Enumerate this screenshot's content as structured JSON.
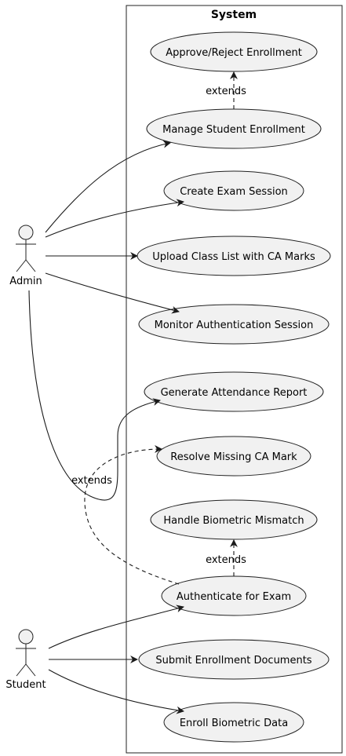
{
  "diagram": {
    "system_title": "System",
    "actors": {
      "admin": "Admin",
      "student": "Student"
    },
    "use_cases": {
      "approve_reject": "Approve/Reject Enrollment",
      "manage_enrollment": "Manage Student Enrollment",
      "create_exam_session": "Create Exam Session",
      "upload_class_list": "Upload Class List with CA Marks",
      "monitor_auth": "Monitor Authentication Session",
      "generate_report": "Generate Attendance Report",
      "resolve_missing_ca": "Resolve Missing CA Mark",
      "handle_biometric_mismatch": "Handle Biometric Mismatch",
      "authenticate_exam": "Authenticate for Exam",
      "submit_documents": "Submit Enrollment Documents",
      "enroll_biometric": "Enroll Biometric Data"
    },
    "relations": {
      "extends_1": "extends",
      "extends_2": "extends",
      "extends_3": "extends"
    }
  }
}
